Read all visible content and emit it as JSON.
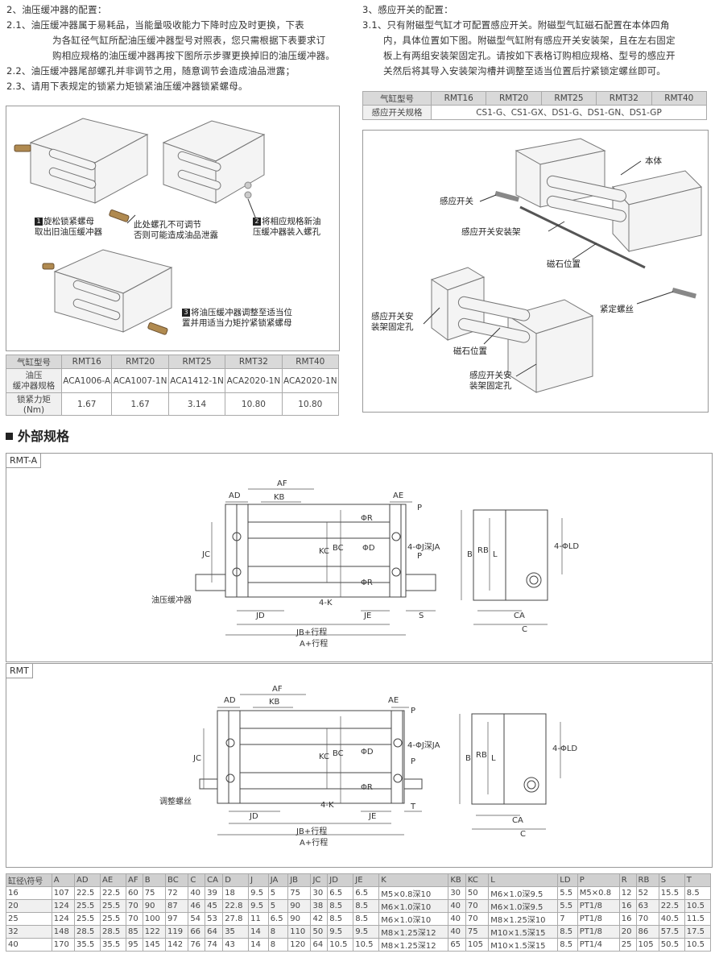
{
  "left_text": {
    "heading": "2、油压缓冲器的配置：",
    "lines": [
      "2.1、油压缓冲器属于易耗品，当能量吸收能力下降时应及时更换，下表",
      "为各缸径气缸所配油压缓冲器型号对照表，您只需根据下表要求订",
      "购相应规格的油压缓冲器再按下图所示步骤更换掉旧的油压缓冲器。",
      "2.2、油压缓冲器尾部螺孔并非调节之用，随意调节会造成油品泄露；",
      "2.3、请用下表规定的锁紧力矩锁紧油压缓冲器锁紧螺母。"
    ]
  },
  "right_text": {
    "heading": "3、感应开关的配置：",
    "lines": [
      "3.1、只有附磁型气缸才可配置感应开关。附磁型气缸磁石配置在本体四角",
      "内，具体位置如下图。附磁型气缸附有感应开关安装架，且在左右固定",
      "板上有两组安装架固定孔。请按如下表格订购相应规格、型号的感应开",
      "关然后将其导入安装架沟槽并调整至适当位置后拧紧锁定螺丝即可。"
    ]
  },
  "switch_table": {
    "header_label": "气缸型号",
    "models": [
      "RMT16",
      "RMT20",
      "RMT25",
      "RMT32",
      "RMT40"
    ],
    "row_label": "感应开关规格",
    "row_value": "CS1-G、CS1-GX、DS1-G、DS1-GN、DS1-GP"
  },
  "buffer_figure": {
    "step1_num": "1",
    "step1": "旋松锁紧螺母",
    "step1b": "取出旧油压缓冲器",
    "note1": "此处螺孔不可调节",
    "note2": "否则可能造成油品泄露",
    "step2_num": "2",
    "step2": "将相应规格新油",
    "step2b": "压缓冲器装入螺孔",
    "step3_num": "3",
    "step3": "将油压缓冲器调整至适当位",
    "step3b": "置并用适当力矩拧紧锁紧螺母"
  },
  "switch_figure": {
    "body": "本体",
    "switch": "感应开关",
    "bracket": "感应开关安装架",
    "magnet1": "磁石位置",
    "screw": "紧定螺丝",
    "hole1a": "感应开关安",
    "hole1b": "装架固定孔",
    "magnet2": "磁石位置",
    "hole2a": "感应开关安",
    "hole2b": "装架固定孔"
  },
  "buffer_table": {
    "col1": "气缸型号",
    "models": [
      "RMT16",
      "RMT20",
      "RMT25",
      "RMT32",
      "RMT40"
    ],
    "row1_label_a": "油压",
    "row1_label_b": "缓冲器规格",
    "row1": [
      "ACA1006-A",
      "ACA1007-1N",
      "ACA1412-1N",
      "ACA2020-1N",
      "ACA2020-1N"
    ],
    "row2_label": "锁紧力矩(Nm)",
    "row2": [
      "1.67",
      "1.67",
      "3.14",
      "10.80",
      "10.80"
    ]
  },
  "section_title": "外部规格",
  "drawing_a": {
    "label": "RMT-A",
    "AD": "AD",
    "AF": "AF",
    "KB": "KB",
    "AE": "AE",
    "P1": "P",
    "P2": "P",
    "J": "4-ΦJ深JA",
    "JC": "JC",
    "KC": "KC",
    "BC": "BC",
    "D": "ΦD",
    "R1": "ΦR",
    "R2": "ΦR",
    "buffer": "油压缓冲器",
    "K": "4-K",
    "JD": "JD",
    "JE": "JE",
    "S": "S",
    "JB": "JB+行程",
    "A": "A+行程",
    "B": "B",
    "RB": "RB",
    "L": "L",
    "LD": "4-ΦLD",
    "CA": "CA",
    "C": "C"
  },
  "drawing_b": {
    "label": "RMT",
    "AD": "AD",
    "AF": "AF",
    "KB": "KB",
    "AE": "AE",
    "P1": "P",
    "P2": "P",
    "J": "4-ΦJ深JA",
    "JC": "JC",
    "KC": "KC",
    "BC": "BC",
    "D": "ΦD",
    "R1": "ΦR",
    "screw": "调整螺丝",
    "K": "4-K",
    "JD": "JD",
    "JE": "JE",
    "T": "T",
    "JB": "JB+行程",
    "A": "A+行程",
    "B": "B",
    "RB": "RB",
    "L": "L",
    "LD": "4-ΦLD",
    "CA": "CA",
    "C": "C"
  },
  "dim_table": {
    "headers": [
      "缸径\\符号",
      "A",
      "AD",
      "AE",
      "AF",
      "B",
      "BC",
      "C",
      "CA",
      "D",
      "J",
      "JA",
      "JB",
      "JC",
      "JD",
      "JE",
      "K",
      "KB",
      "KC",
      "L",
      "LD",
      "P",
      "R",
      "RB",
      "S",
      "T"
    ],
    "rows": [
      [
        "16",
        "107",
        "22.5",
        "22.5",
        "60",
        "75",
        "72",
        "40",
        "39",
        "18",
        "9.5",
        "5",
        "75",
        "30",
        "6.5",
        "6.5",
        "M5×0.8深10",
        "30",
        "50",
        "M6×1.0深9.5",
        "5.5",
        "M5×0.8",
        "12",
        "52",
        "15.5",
        "8.5"
      ],
      [
        "20",
        "124",
        "25.5",
        "25.5",
        "70",
        "90",
        "87",
        "46",
        "45",
        "22.8",
        "9.5",
        "5",
        "90",
        "38",
        "8.5",
        "8.5",
        "M6×1.0深10",
        "40",
        "70",
        "M6×1.0深9.5",
        "5.5",
        "PT1/8",
        "16",
        "63",
        "22.5",
        "10.5"
      ],
      [
        "25",
        "124",
        "25.5",
        "25.5",
        "70",
        "100",
        "97",
        "54",
        "53",
        "27.8",
        "11",
        "6.5",
        "90",
        "42",
        "8.5",
        "8.5",
        "M6×1.0深10",
        "40",
        "70",
        "M8×1.25深10",
        "7",
        "PT1/8",
        "16",
        "70",
        "40.5",
        "11.5"
      ],
      [
        "32",
        "148",
        "28.5",
        "28.5",
        "85",
        "122",
        "119",
        "66",
        "64",
        "35",
        "14",
        "8",
        "110",
        "50",
        "9.5",
        "9.5",
        "M8×1.25深12",
        "40",
        "75",
        "M10×1.5深15",
        "8.5",
        "PT1/8",
        "20",
        "86",
        "57.5",
        "17.5"
      ],
      [
        "40",
        "170",
        "35.5",
        "35.5",
        "95",
        "145",
        "142",
        "76",
        "74",
        "43",
        "14",
        "8",
        "120",
        "64",
        "10.5",
        "10.5",
        "M8×1.25深12",
        "65",
        "105",
        "M10×1.5深15",
        "8.5",
        "PT1/4",
        "25",
        "105",
        "50.5",
        "10.5"
      ]
    ]
  }
}
